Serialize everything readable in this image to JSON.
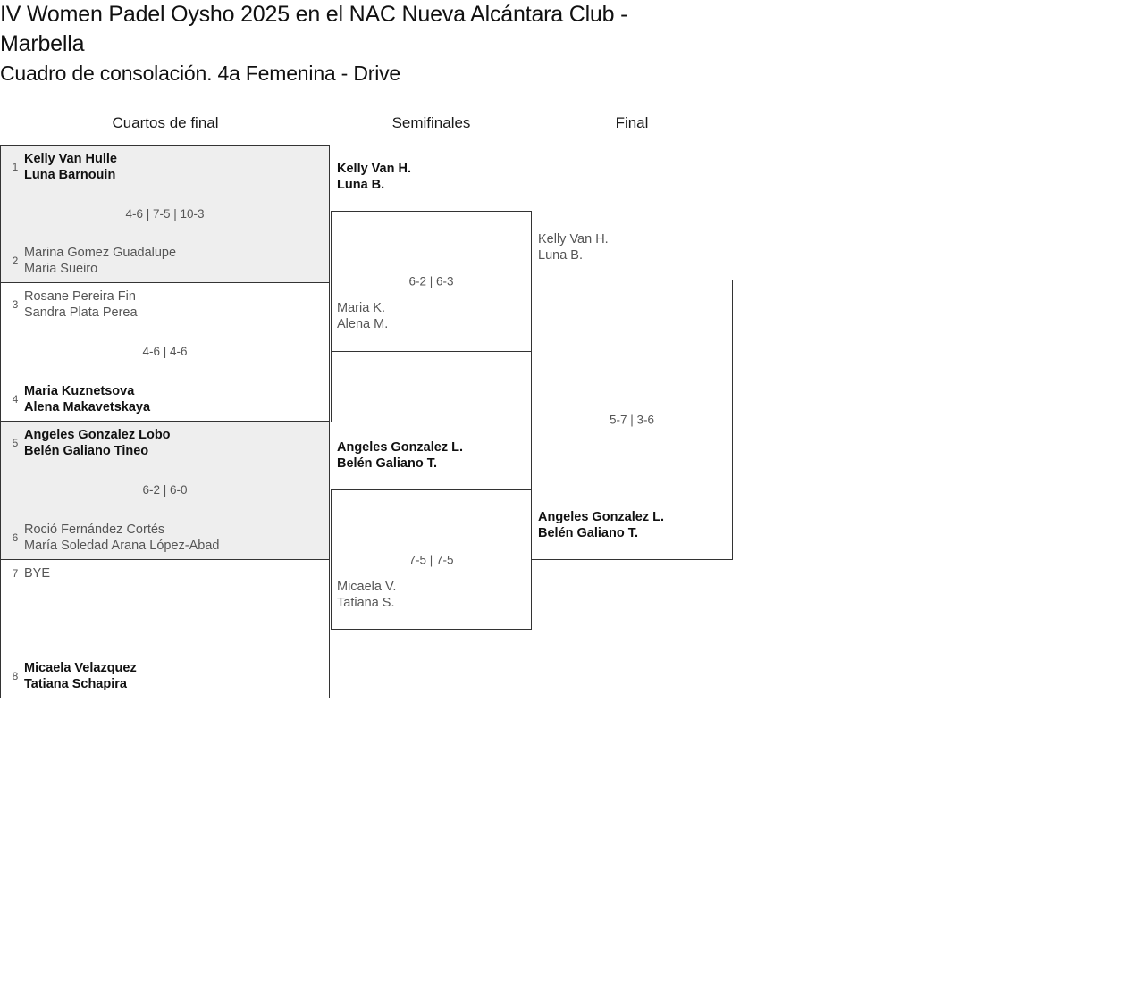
{
  "tournament": {
    "title_line_1": "IV Women Padel Oysho 2025 en el NAC Nueva Alcántara Club -",
    "title_line_2": "Marbella",
    "subtitle": "Cuadro de consolación. 4a Femenina - Drive"
  },
  "rounds": [
    {
      "name": "Cuartos de final"
    },
    {
      "name": "Semifinales"
    },
    {
      "name": "Final"
    }
  ],
  "quarterfinals": [
    {
      "score": "4-6 | 7-5 | 10-3",
      "top": {
        "seed": "1",
        "player_1": "Kelly Van Hulle",
        "player_2": "Luna Barnouin",
        "result": "winner"
      },
      "bottom": {
        "seed": "2",
        "player_1": "Marina Gomez Guadalupe",
        "player_2": "Maria Sueiro",
        "result": "loser"
      }
    },
    {
      "score": "4-6 | 4-6",
      "top": {
        "seed": "3",
        "player_1": "Rosane Pereira Fin",
        "player_2": "Sandra Plata Perea",
        "result": "loser"
      },
      "bottom": {
        "seed": "4",
        "player_1": "Maria Kuznetsova",
        "player_2": "Alena Makavetskaya",
        "result": "winner"
      }
    },
    {
      "score": "6-2 | 6-0",
      "top": {
        "seed": "5",
        "player_1": "Angeles Gonzalez Lobo",
        "player_2": "Belén Galiano Tineo",
        "result": "winner"
      },
      "bottom": {
        "seed": "6",
        "player_1": "Roció Fernández Cortés",
        "player_2": "María Soledad Arana López-Abad",
        "result": "loser"
      }
    },
    {
      "score": "",
      "top": {
        "seed": "7",
        "player_1": "BYE",
        "player_2": "",
        "result": "loser"
      },
      "bottom": {
        "seed": "8",
        "player_1": "Micaela Velazquez",
        "player_2": "Tatiana Schapira",
        "result": "winner"
      }
    }
  ],
  "semifinals": [
    {
      "score": "6-2 | 6-3",
      "top": {
        "player_1": "Kelly Van H.",
        "player_2": "Luna B.",
        "result": "winner"
      },
      "bottom": {
        "player_1": "Maria K.",
        "player_2": "Alena M.",
        "result": "loser"
      }
    },
    {
      "score": "7-5 | 7-5",
      "top": {
        "player_1": "Angeles Gonzalez L.",
        "player_2": "Belén Galiano T.",
        "result": "winner"
      },
      "bottom": {
        "player_1": "Micaela V.",
        "player_2": "Tatiana S.",
        "result": "loser"
      }
    }
  ],
  "final": [
    {
      "score": "5-7 | 3-6",
      "top": {
        "player_1": "Kelly Van H.",
        "player_2": "Luna B.",
        "result": "loser"
      },
      "bottom": {
        "player_1": "Angeles Gonzalez L.",
        "player_2": "Belén Galiano T.",
        "result": "winner"
      }
    }
  ],
  "colors": {
    "border": "#333333",
    "shaded_row": "#eeeeee",
    "winner_text": "#111111",
    "loser_text": "#555555"
  }
}
